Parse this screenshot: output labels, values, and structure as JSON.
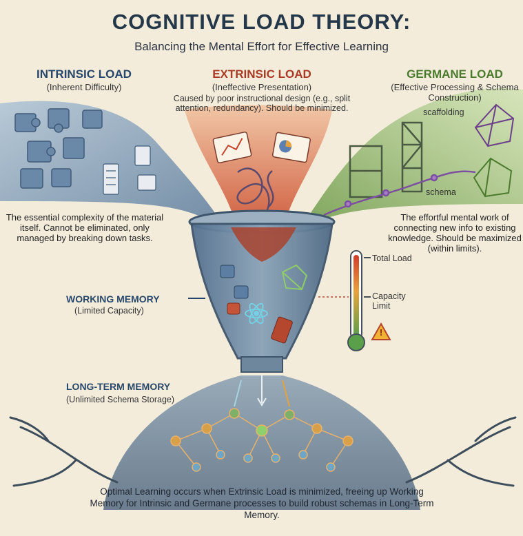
{
  "header": {
    "title": "COGNITIVE LOAD THEORY:",
    "subtitle": "Balancing the Mental Effort for Effective Learning"
  },
  "intrinsic": {
    "heading": "INTRINSIC LOAD",
    "subheading": "(Inherent Difficulty)",
    "description": "The essential complexity of the material itself. Cannot be eliminated, only managed by breaking down tasks."
  },
  "extrinsic": {
    "heading": "EXTRINSIC LOAD",
    "subheading": "(Ineffective Presentation)",
    "description": "Caused by poor instructional design (e.g., split attention, redundancy). Should be minimized."
  },
  "germane": {
    "heading": "GERMANE LOAD",
    "subheading": "(Effective Processing & Schema Construction)",
    "label_scaffolding": "scaffolding",
    "label_schema": "schema",
    "description": "The effortful mental work of connecting new info to existing knowledge. Should be maximized (within limits)."
  },
  "working_memory": {
    "heading": "WORKING MEMORY",
    "subheading": "(Limited Capacity)"
  },
  "gauge": {
    "total_label": "Total Load",
    "capacity_label": "Capacity Limit",
    "warning_symbol": "!"
  },
  "long_term_memory": {
    "heading": "LONG-TERM MEMORY",
    "subheading": "(Unlimited Schema Storage)"
  },
  "conclusion": "Optimal Learning occurs when Extrinsic Load is minimized, freeing up Working Memory for Intrinsic and Germane processes to build robust schemas in Long-Term Memory.",
  "colors": {
    "intrinsic": "#6e8fb0",
    "extrinsic": "#d9714f",
    "germane": "#8fb86a",
    "background": "#f3ecdb",
    "title": "#24384a"
  }
}
